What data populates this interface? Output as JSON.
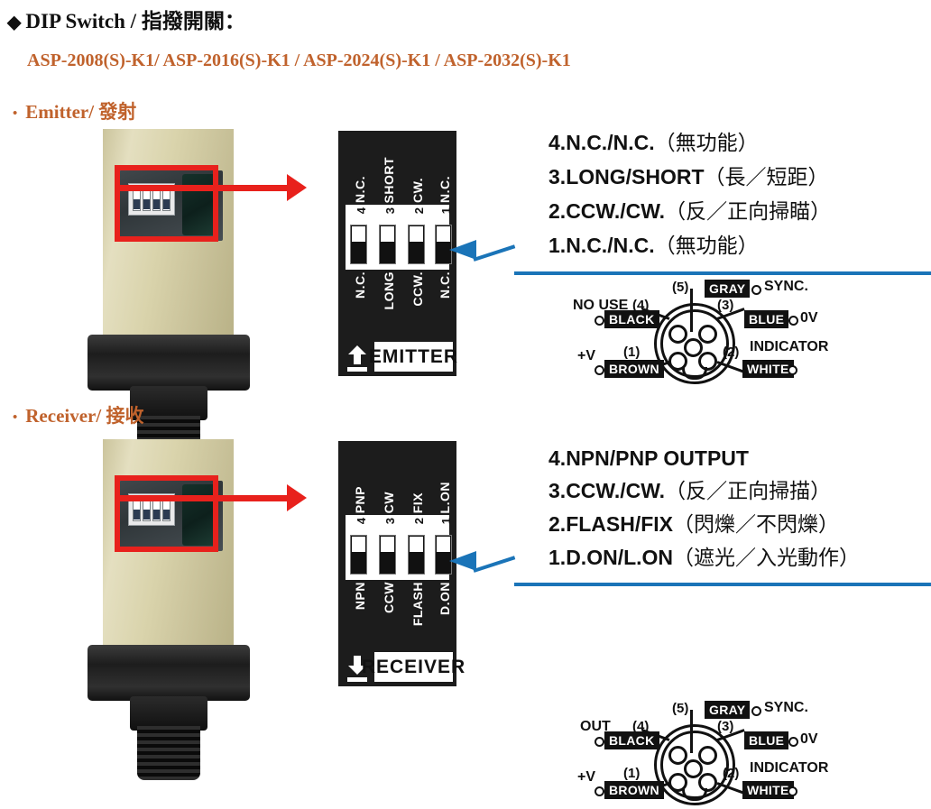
{
  "header": {
    "diamond": "◆",
    "title": "DIP Switch / 指撥開關：",
    "models": "ASP-2008(S)-K1/ ASP-2016(S)-K1 / ASP-2024(S)-K1 / ASP-2032(S)-K1",
    "title_color": "#111111",
    "accent_color": "#c0622c"
  },
  "sections": [
    {
      "bullet": "•",
      "heading": "Emitter/ 發射",
      "dip": {
        "device_label": "EMITTER",
        "arrow_direction": "up",
        "top_labels": [
          "N.C.",
          "SHORT",
          "CW.",
          "N.C."
        ],
        "numbers": [
          "4",
          "3",
          "2",
          "1"
        ],
        "bottom_labels": [
          "N.C.",
          "LONG",
          "CCW.",
          "N.C."
        ],
        "switch_positions": [
          "up",
          "up",
          "up",
          "up"
        ]
      },
      "specs": [
        {
          "num": "4.",
          "latin": "N.C./N.C.",
          "cjk": "（無功能）"
        },
        {
          "num": "3.",
          "latin": "LONG/SHORT",
          "cjk": "（長／短距）"
        },
        {
          "num": "2.",
          "latin": "CCW./CW.",
          "cjk": "（反／正向掃瞄）"
        },
        {
          "num": "1.",
          "latin": "N.C./N.C.",
          "cjk": "（無功能）"
        }
      ],
      "connector": {
        "pins": [
          {
            "number": "(1)",
            "color_tag": "BROWN",
            "signal": "+V"
          },
          {
            "number": "(2)",
            "color_tag": "WHITE",
            "signal": "INDICATOR"
          },
          {
            "number": "(3)",
            "color_tag": "BLUE",
            "signal": "0V"
          },
          {
            "number": "(4)",
            "color_tag": "BLACK",
            "signal": "NO USE"
          },
          {
            "number": "(5)",
            "color_tag": "GRAY",
            "signal": "SYNC."
          }
        ]
      }
    },
    {
      "bullet": "•",
      "heading": "Receiver/ 接收",
      "dip": {
        "device_label": "RECEIVER",
        "arrow_direction": "down",
        "top_labels": [
          "PNP",
          "CW",
          "FIX",
          "L.ON"
        ],
        "numbers": [
          "4",
          "3",
          "2",
          "1"
        ],
        "bottom_labels": [
          "NPN",
          "CCW",
          "FLASH",
          "D.ON"
        ],
        "switch_positions": [
          "up",
          "up",
          "up",
          "up"
        ]
      },
      "specs": [
        {
          "num": "4.",
          "latin": "NPN/PNP OUTPUT",
          "cjk": ""
        },
        {
          "num": "3.",
          "latin": "CCW./CW.",
          "cjk": "（反／正向掃描）"
        },
        {
          "num": "2.",
          "latin": "FLASH/FIX",
          "cjk": "（閃爍／不閃爍）"
        },
        {
          "num": "1.",
          "latin": "D.ON/L.ON",
          "cjk": "（遮光／入光動作）"
        }
      ],
      "connector": {
        "pins": [
          {
            "number": "(1)",
            "color_tag": "BROWN",
            "signal": "+V"
          },
          {
            "number": "(2)",
            "color_tag": "WHITE",
            "signal": "INDICATOR"
          },
          {
            "number": "(3)",
            "color_tag": "BLUE",
            "signal": "0V"
          },
          {
            "number": "(4)",
            "color_tag": "BLACK",
            "signal": "OUT"
          },
          {
            "number": "(5)",
            "color_tag": "GRAY",
            "signal": "SYNC."
          }
        ]
      }
    }
  ],
  "annotations": {
    "red_highlight_color": "#e8211c",
    "blue_pointer_color": "#1a74b8",
    "panel_background": "#1c1c1c"
  }
}
